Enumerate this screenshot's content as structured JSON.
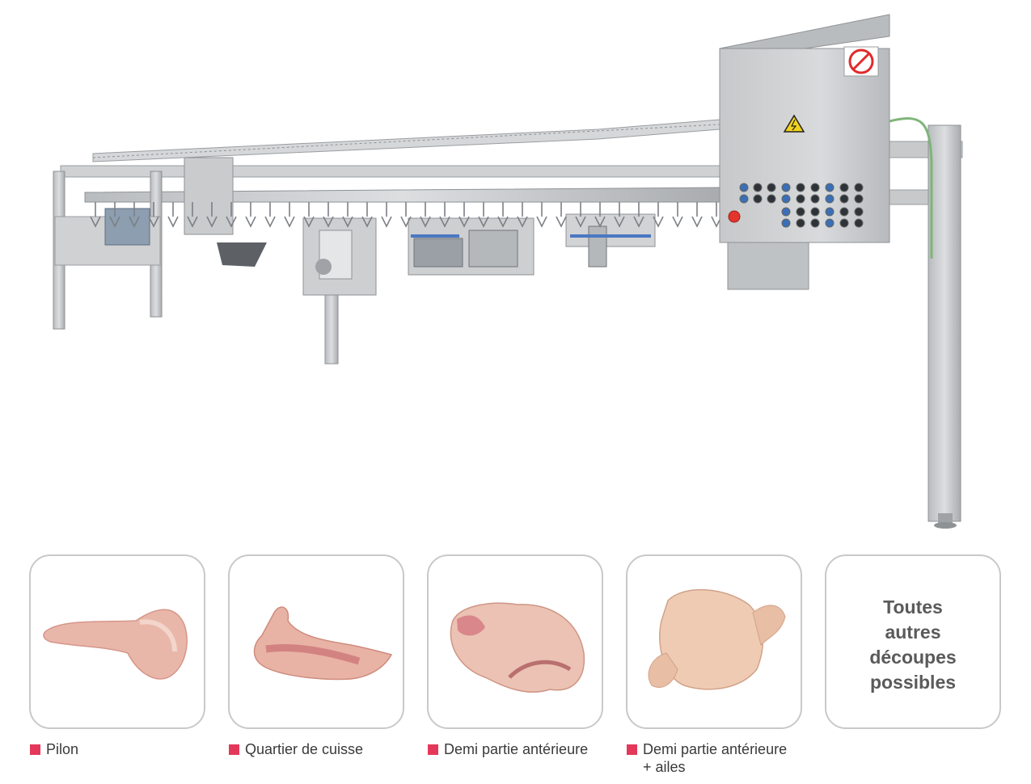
{
  "accent_color": "#e4385a",
  "machine_image": {
    "warning_sign": "electrical-hazard-icon",
    "prohibition_sign": "no-mobile-phone-icon"
  },
  "cards": [
    {
      "icon": "drumstick-image",
      "caption": "Pilon"
    },
    {
      "icon": "thigh-quarter-image",
      "caption": "Quartier de cuisse"
    },
    {
      "icon": "front-half-image",
      "caption": "Demi partie antérieure"
    },
    {
      "icon": "front-half-wings-image",
      "caption_line1": "Demi partie antérieure",
      "caption_line2": "+ ailes"
    },
    {
      "lines": [
        "Toutes",
        "autres",
        "découpes",
        "possibles"
      ]
    }
  ]
}
